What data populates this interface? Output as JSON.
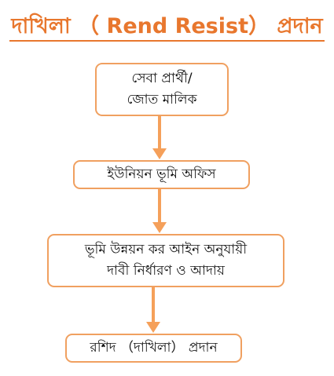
{
  "title": "দাখিলা （ Rend Resist） প্রদান",
  "colors": {
    "title": "#e8772e",
    "box_border": "#f0a060",
    "arrow": "#f5a05a",
    "text": "#111111"
  },
  "steps": [
    {
      "lines": [
        "সেবা প্রার্থী/",
        "জোত মালিক"
      ]
    },
    {
      "lines": [
        "ইউনিয়ন ভূমি অফিস"
      ]
    },
    {
      "lines": [
        "ভূমি উন্নয়ন কর আইন অনুযায়ী",
        "দাবী নির্ধারণ ও আদায়"
      ]
    },
    {
      "lines": [
        "রশিদ （দাখিলা） প্রদান"
      ]
    }
  ]
}
